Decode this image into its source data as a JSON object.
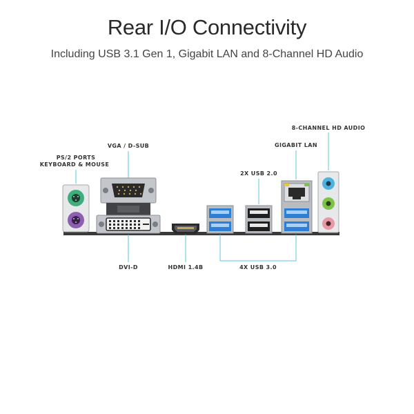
{
  "header": {
    "title": "Rear I/O Connectivity",
    "subtitle": "Including USB 3.1 Gen 1, Gigabit LAN and 8-Channel HD Audio"
  },
  "labels": {
    "ps2_line1": "PS/2 PORTS",
    "ps2_line2": "KEYBOARD & MOUSE",
    "vga": "VGA / D-SUB",
    "usb20": "2X USB 2.0",
    "lan": "GIGABIT LAN",
    "audio": "8-CHANNEL HD AUDIO",
    "dvi": "DVI-D",
    "hdmi": "HDMI 1.4B",
    "usb30": "4X USB 3.0"
  },
  "colors": {
    "leader_line": "#5cc4dc",
    "ps2_keyboard": "#3fae7c",
    "ps2_mouse": "#8e5fb0",
    "usb3_blue": "#2d7fd6",
    "audio_blue": "#4cb2e0",
    "audio_green": "#7cc34a",
    "audio_pink": "#e69aa6",
    "plate": "#3a3a3a",
    "metal": "#b9bcc0"
  }
}
